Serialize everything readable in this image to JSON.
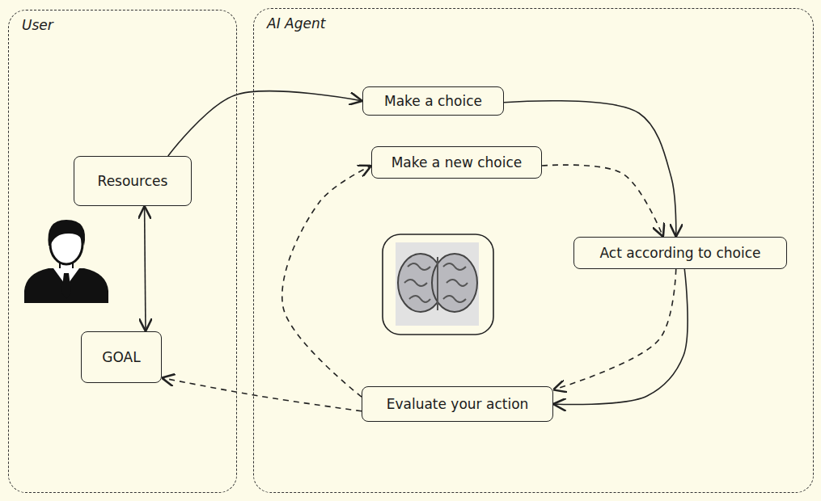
{
  "diagram": {
    "nodes": [
      {
        "text": [
          "User"
        ]
      },
      {
        "text": [
          "Resources"
        ],
        "in": 0
      },
      {
        "text": [
          "GOAL"
        ],
        "in": 0
      },
      {
        "text": [
          "AI Agent"
        ]
      },
      {
        "text": [
          "Make a choice"
        ],
        "in": 3
      },
      {
        "text": [
          "Make a new choice"
        ],
        "in": 3
      },
      {
        "text": [
          "Act according to choice"
        ],
        "in": 3
      },
      {
        "text": [
          "Evaluate your action"
        ],
        "in": 3
      }
    ],
    "edges": [
      {
        "from": 1,
        "to": 4,
        "arrow": "to"
      },
      {
        "from": 1,
        "to": 2,
        "arrow": "both"
      },
      {
        "from": 4,
        "to": 6,
        "arrow": "to"
      },
      {
        "from": 5,
        "to": 6,
        "arrow": "to"
      },
      {
        "from": 6,
        "to": 7,
        "arrow": "to"
      },
      {
        "from": 6,
        "to": 7,
        "arrow": "to"
      },
      {
        "from": 7,
        "to": 5,
        "arrow": "to"
      },
      {
        "from": 7,
        "to": 2,
        "arrow": "to"
      }
    ]
  }
}
